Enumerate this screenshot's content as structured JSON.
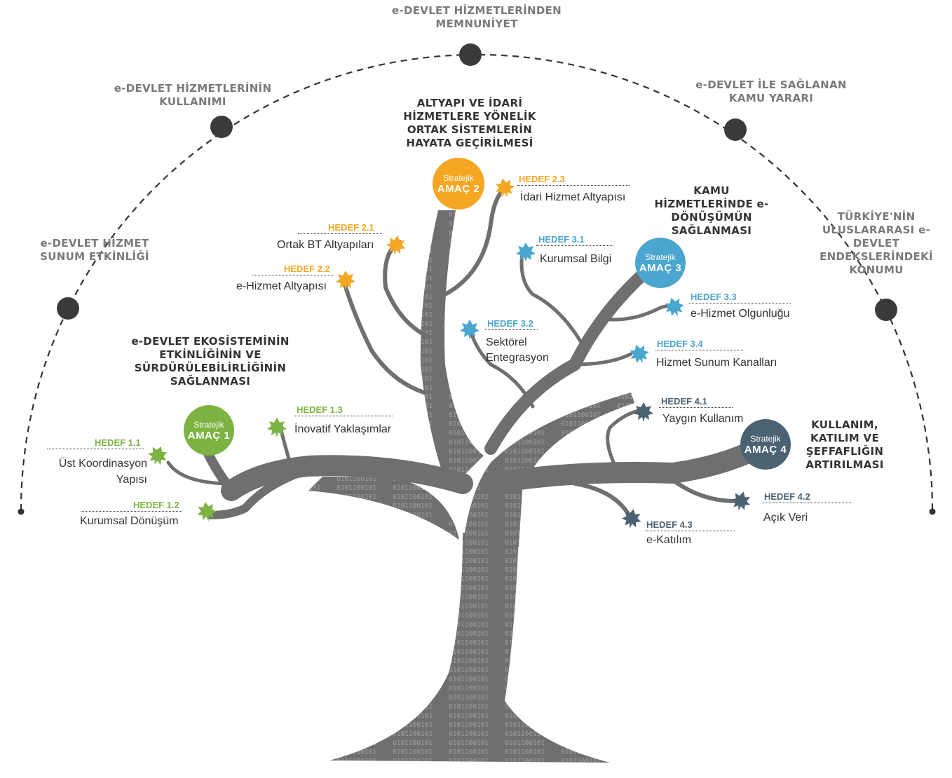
{
  "colors": {
    "trunk": "#6f6f70",
    "arc": "#333333",
    "amac1": "#7cb342",
    "amac2": "#f5a623",
    "amac3": "#4aa6cf",
    "amac4": "#4b6273"
  },
  "arc_labels": [
    {
      "text": "e-DEVLET HİZMETLERİNDEN MEMNUNİYET"
    },
    {
      "text": "e-DEVLET HİZMETLERİNİN KULLANIMI"
    },
    {
      "text": "e-DEVLET İLE SAĞLANAN KAMU YARARI"
    },
    {
      "text": "e-DEVLET HİZMET SUNUM ETKİNLİĞİ"
    },
    {
      "text": "TÜRKİYE'NİN ULUSLARARASI e-DEVLET ENDEKSLERİNDEKİ KONUMU"
    }
  ],
  "goals": [
    {
      "title": "e-DEVLET EKOSİSTEMİNİN ETKİNLİĞİNİN VE SÜRDÜRÜLEBİLİRLİĞİNİN SAĞLANMASI",
      "badge_line1": "Stratejik",
      "badge_line2": "AMAÇ 1",
      "color": "#7cb342"
    },
    {
      "title": "ALTYAPI VE İDARİ HİZMETLERE YÖNELİK ORTAK SİSTEMLERİN HAYATA GEÇİRİLMESİ",
      "badge_line1": "Stratejik",
      "badge_line2": "AMAÇ 2",
      "color": "#f5a623"
    },
    {
      "title": "KAMU HİZMETLERİNDE e-DÖNÜŞÜMÜN SAĞLANMASI",
      "badge_line1": "Stratejik",
      "badge_line2": "AMAÇ 3",
      "color": "#4aa6cf"
    },
    {
      "title": "KULLANIM, KATILIM VE ŞEFFAFLIĞIN ARTIRILMASI",
      "badge_line1": "Stratejik",
      "badge_line2": "AMAÇ 4",
      "color": "#4b6273"
    }
  ],
  "targets": [
    {
      "code": "HEDEF 1.1",
      "name": "Üst Koordinasyon Yapısı",
      "color": "#7cb342"
    },
    {
      "code": "HEDEF 1.2",
      "name": "Kurumsal Dönüşüm",
      "color": "#7cb342"
    },
    {
      "code": "HEDEF 1.3",
      "name": "İnovatif Yaklaşımlar",
      "color": "#7cb342"
    },
    {
      "code": "HEDEF 2.1",
      "name": "Ortak BT Altyapıları",
      "color": "#f5a623"
    },
    {
      "code": "HEDEF 2.2",
      "name": "e-Hizmet Altyapısı",
      "color": "#f5a623"
    },
    {
      "code": "HEDEF 2.3",
      "name": "İdari Hizmet Altyapısı",
      "color": "#f5a623"
    },
    {
      "code": "HEDEF 3.1",
      "name": "Kurumsal Bilgi",
      "color": "#4aa6cf"
    },
    {
      "code": "HEDEF 3.2",
      "name": "Sektörel Entegrasyon",
      "color": "#4aa6cf"
    },
    {
      "code": "HEDEF 3.3",
      "name": "e-Hizmet Olgunluğu",
      "color": "#4aa6cf"
    },
    {
      "code": "HEDEF 3.4",
      "name": "Hizmet Sunum Kanalları",
      "color": "#4aa6cf"
    },
    {
      "code": "HEDEF 4.1",
      "name": "Yaygın Kullanım",
      "color": "#4b6273"
    },
    {
      "code": "HEDEF 4.2",
      "name": "Açık Veri",
      "color": "#4b6273"
    },
    {
      "code": "HEDEF 4.3",
      "name": "e-Katılım",
      "color": "#4b6273"
    }
  ]
}
